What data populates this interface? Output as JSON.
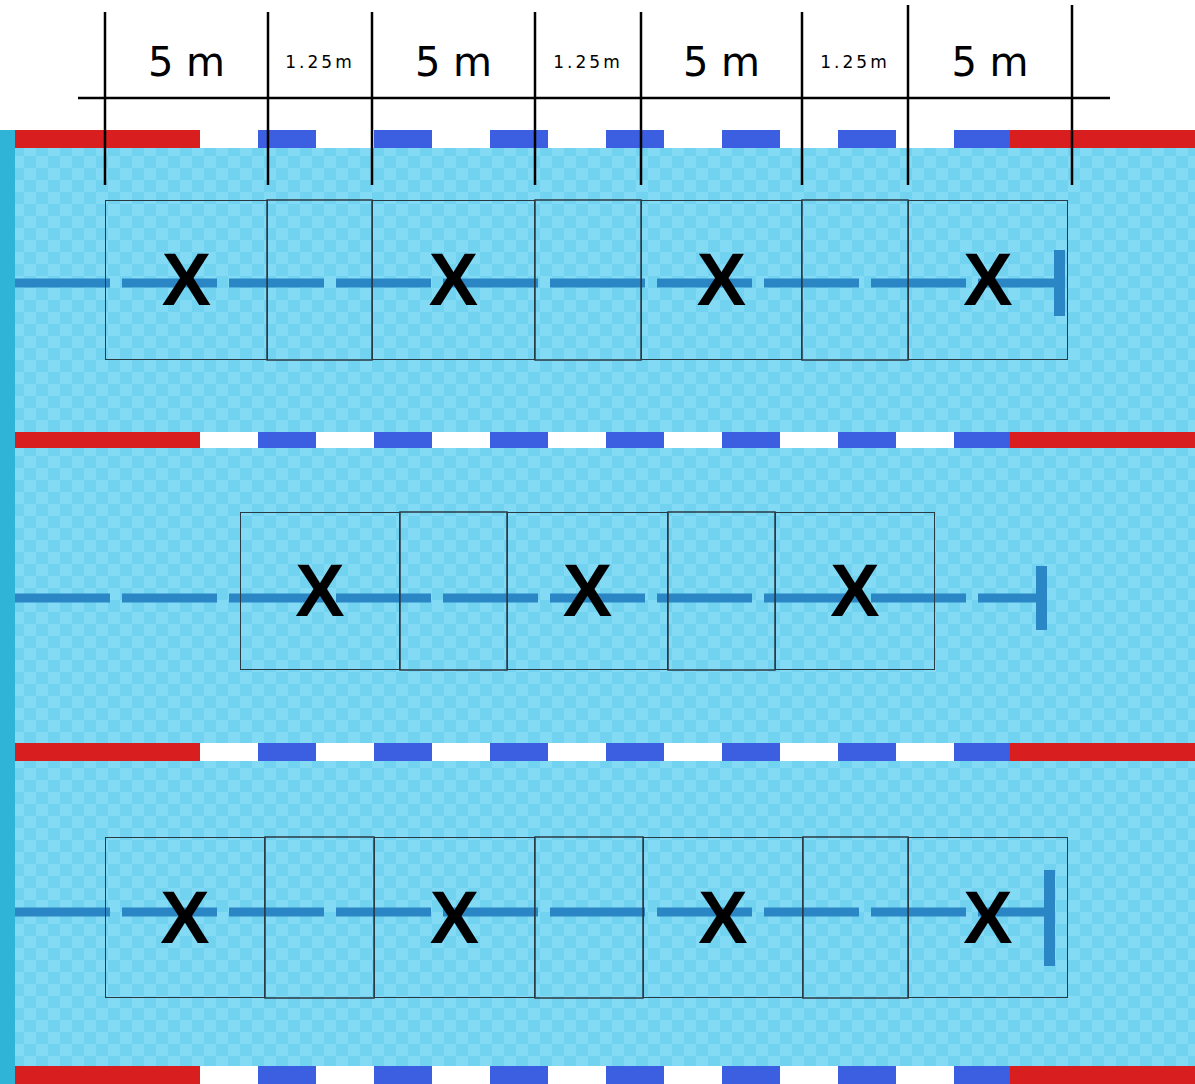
{
  "diagram": {
    "nodes": [
      {
        "text": [
          "X"
        ]
      },
      {
        "text": [
          "X"
        ]
      },
      {
        "text": [
          "X"
        ]
      },
      {
        "text": [
          "X"
        ]
      },
      {
        "text": [
          "X"
        ]
      },
      {
        "text": [
          "X"
        ]
      },
      {
        "text": [
          "X"
        ]
      },
      {
        "text": [
          "X"
        ]
      },
      {
        "text": [
          "X"
        ]
      },
      {
        "text": [
          "X"
        ]
      },
      {
        "text": [
          "X"
        ]
      }
    ],
    "labels": [
      "5 m",
      "1.25m",
      "5 m",
      "1.25m",
      "5 m",
      "1.25m",
      "5 m"
    ]
  }
}
